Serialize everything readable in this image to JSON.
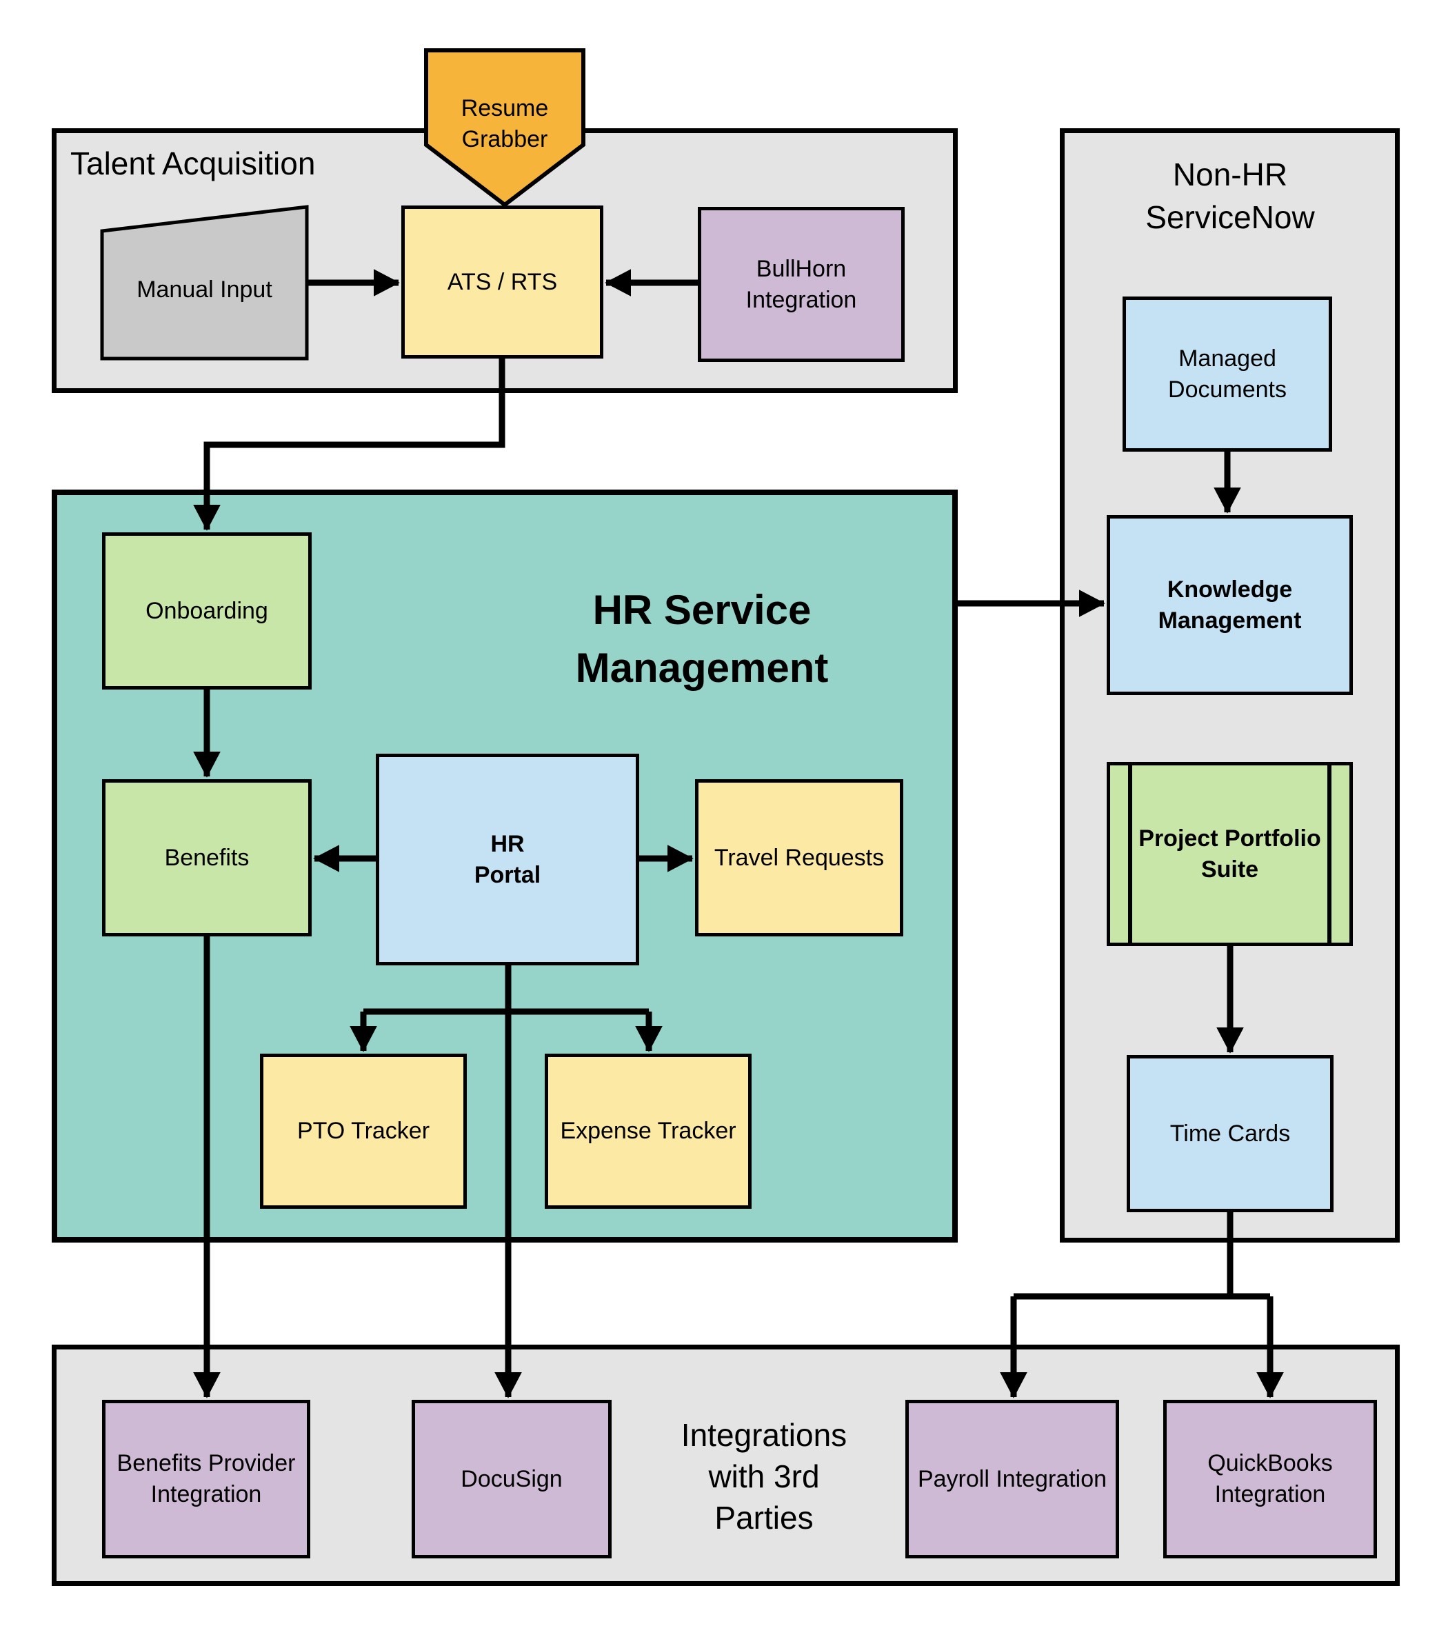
{
  "palette": {
    "container-gray": "#E4E4E4",
    "teal": "#96D3C8",
    "yellow": "#FBE9A4",
    "orange": "#F6B53A",
    "green": "#C8E6A8",
    "blue": "#C4E2F3",
    "purple": "#CEBAD4",
    "node-gray": "#C9C9C9",
    "line-black": "#000000"
  },
  "containers": {
    "talent_acquisition": {
      "title": "Talent Acquisition"
    },
    "hr_service_management": {
      "title": "HR Service\nManagement"
    },
    "non_hr_servicenow": {
      "title": "Non-HR\nServiceNow"
    },
    "integrations": {
      "title": "Integrations\nwith 3rd\nParties"
    }
  },
  "nodes": {
    "resume_grabber": {
      "label": "Resume\nGrabber"
    },
    "manual_input": {
      "label": "Manual Input"
    },
    "ats_rts": {
      "label": "ATS / RTS"
    },
    "bullhorn": {
      "label": "BullHorn\nIntegration"
    },
    "onboarding": {
      "label": "Onboarding"
    },
    "benefits": {
      "label": "Benefits"
    },
    "hr_portal": {
      "label": "HR\nPortal"
    },
    "travel_requests": {
      "label": "Travel Requests"
    },
    "pto_tracker": {
      "label": "PTO Tracker"
    },
    "expense_tracker": {
      "label": "Expense Tracker"
    },
    "managed_documents": {
      "label": "Managed\nDocuments"
    },
    "knowledge_management": {
      "label": "Knowledge\nManagement"
    },
    "project_portfolio_suite": {
      "label": "Project Portfolio\nSuite"
    },
    "time_cards": {
      "label": "Time Cards"
    },
    "benefits_provider_integration": {
      "label": "Benefits Provider\nIntegration"
    },
    "docusign": {
      "label": "DocuSign"
    },
    "payroll_integration": {
      "label": "Payroll Integration"
    },
    "quickbooks_integration": {
      "label": "QuickBooks\nIntegration"
    }
  }
}
